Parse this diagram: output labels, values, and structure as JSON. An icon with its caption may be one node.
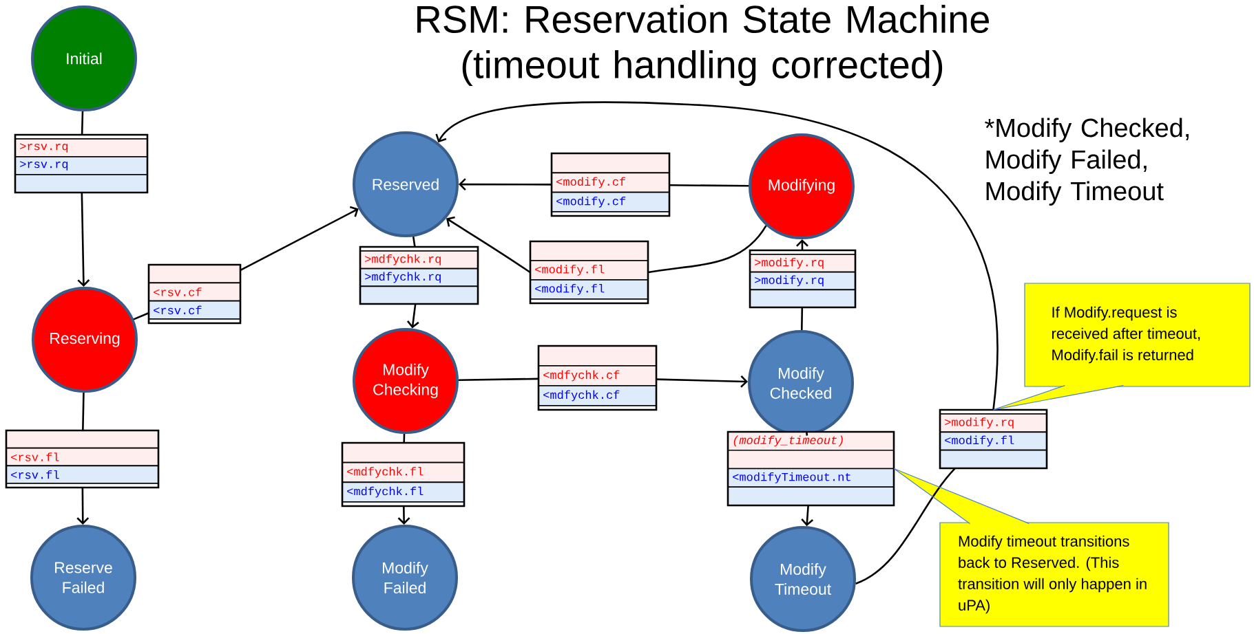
{
  "diagram": {
    "title": "RSM: Reservation State Machine (timeout handling corrected)",
    "nodes": [
      {
        "text": [
          "Initial"
        ]
      },
      {
        "text": [
          ">rsv.rq",
          ">rsv.rq"
        ]
      },
      {
        "text": [
          "Reserving"
        ]
      },
      {
        "text": [
          "<rsv.cf",
          "<rsv.cf"
        ]
      },
      {
        "text": [
          "Reserved"
        ]
      },
      {
        "text": [
          "<rsv.fl",
          "<rsv.fl"
        ]
      },
      {
        "text": [
          "Reserve Failed"
        ]
      },
      {
        "text": [
          "<modify.cf",
          "<modify.cf"
        ]
      },
      {
        "text": [
          "Modifying"
        ]
      },
      {
        "text": [
          ">mdfychk.rq",
          ">mdfychk.rq"
        ]
      },
      {
        "text": [
          "<modify.fl",
          "<modify.fl"
        ]
      },
      {
        "text": [
          "Modify Checking"
        ]
      },
      {
        "text": [
          "<mdfychk.cf",
          "<mdfychk.cf"
        ]
      },
      {
        "text": [
          "Modify Checked"
        ]
      },
      {
        "text": [
          ">modify.rq",
          ">modify.rq"
        ]
      },
      {
        "text": [
          "<mdfychk.fl",
          "<mdfychk.fl"
        ]
      },
      {
        "text": [
          "Modify Failed"
        ]
      },
      {
        "text": [
          "(modify_timeout)",
          "<modifyTimeout.nt"
        ]
      },
      {
        "text": [
          ">modify.rq",
          "<modify.fl"
        ]
      },
      {
        "text": [
          "Modify Timeout"
        ]
      },
      {
        "text": [
          "If Modify.request is received after timeout, Modify.fail is returned"
        ]
      },
      {
        "text": [
          "Modify timeout transitions back to Reserved. (This transition will only happen in uPA)"
        ]
      }
    ],
    "edges": [
      {
        "from": 0,
        "to": 1,
        "arrow": "none"
      },
      {
        "from": 1,
        "to": 2,
        "arrow": "to"
      },
      {
        "from": 2,
        "to": 3,
        "arrow": "none"
      },
      {
        "from": 3,
        "to": 4,
        "arrow": "to"
      },
      {
        "from": 2,
        "to": 5,
        "arrow": "none"
      },
      {
        "from": 5,
        "to": 6,
        "arrow": "to"
      },
      {
        "from": 4,
        "to": 9,
        "arrow": "none"
      },
      {
        "from": 9,
        "to": 11,
        "arrow": "to"
      },
      {
        "from": 8,
        "to": 7,
        "arrow": "none"
      },
      {
        "from": 7,
        "to": 4,
        "arrow": "to"
      },
      {
        "from": 8,
        "to": 10,
        "arrow": "none"
      },
      {
        "from": 10,
        "to": 4,
        "arrow": "to"
      },
      {
        "from": 11,
        "to": 12,
        "arrow": "none"
      },
      {
        "from": 12,
        "to": 13,
        "arrow": "to"
      },
      {
        "from": 11,
        "to": 15,
        "arrow": "none"
      },
      {
        "from": 15,
        "to": 16,
        "arrow": "to"
      },
      {
        "from": 13,
        "to": 14,
        "arrow": "none"
      },
      {
        "from": 14,
        "to": 8,
        "arrow": "to"
      },
      {
        "from": 13,
        "to": 17,
        "arrow": "none"
      },
      {
        "from": 17,
        "to": 19,
        "arrow": "to"
      },
      {
        "from": 19,
        "to": 18,
        "arrow": "none"
      },
      {
        "from": 18,
        "to": 4,
        "arrow": "to"
      },
      {
        "from": 20,
        "to": 18,
        "arrow": "none",
        "color": "#4f81bd"
      },
      {
        "from": 21,
        "to": 17,
        "arrow": "none",
        "color": "#4f81bd"
      }
    ],
    "labels": [
      "*Modify Checked, Modify Failed, Modify Timeout"
    ]
  }
}
